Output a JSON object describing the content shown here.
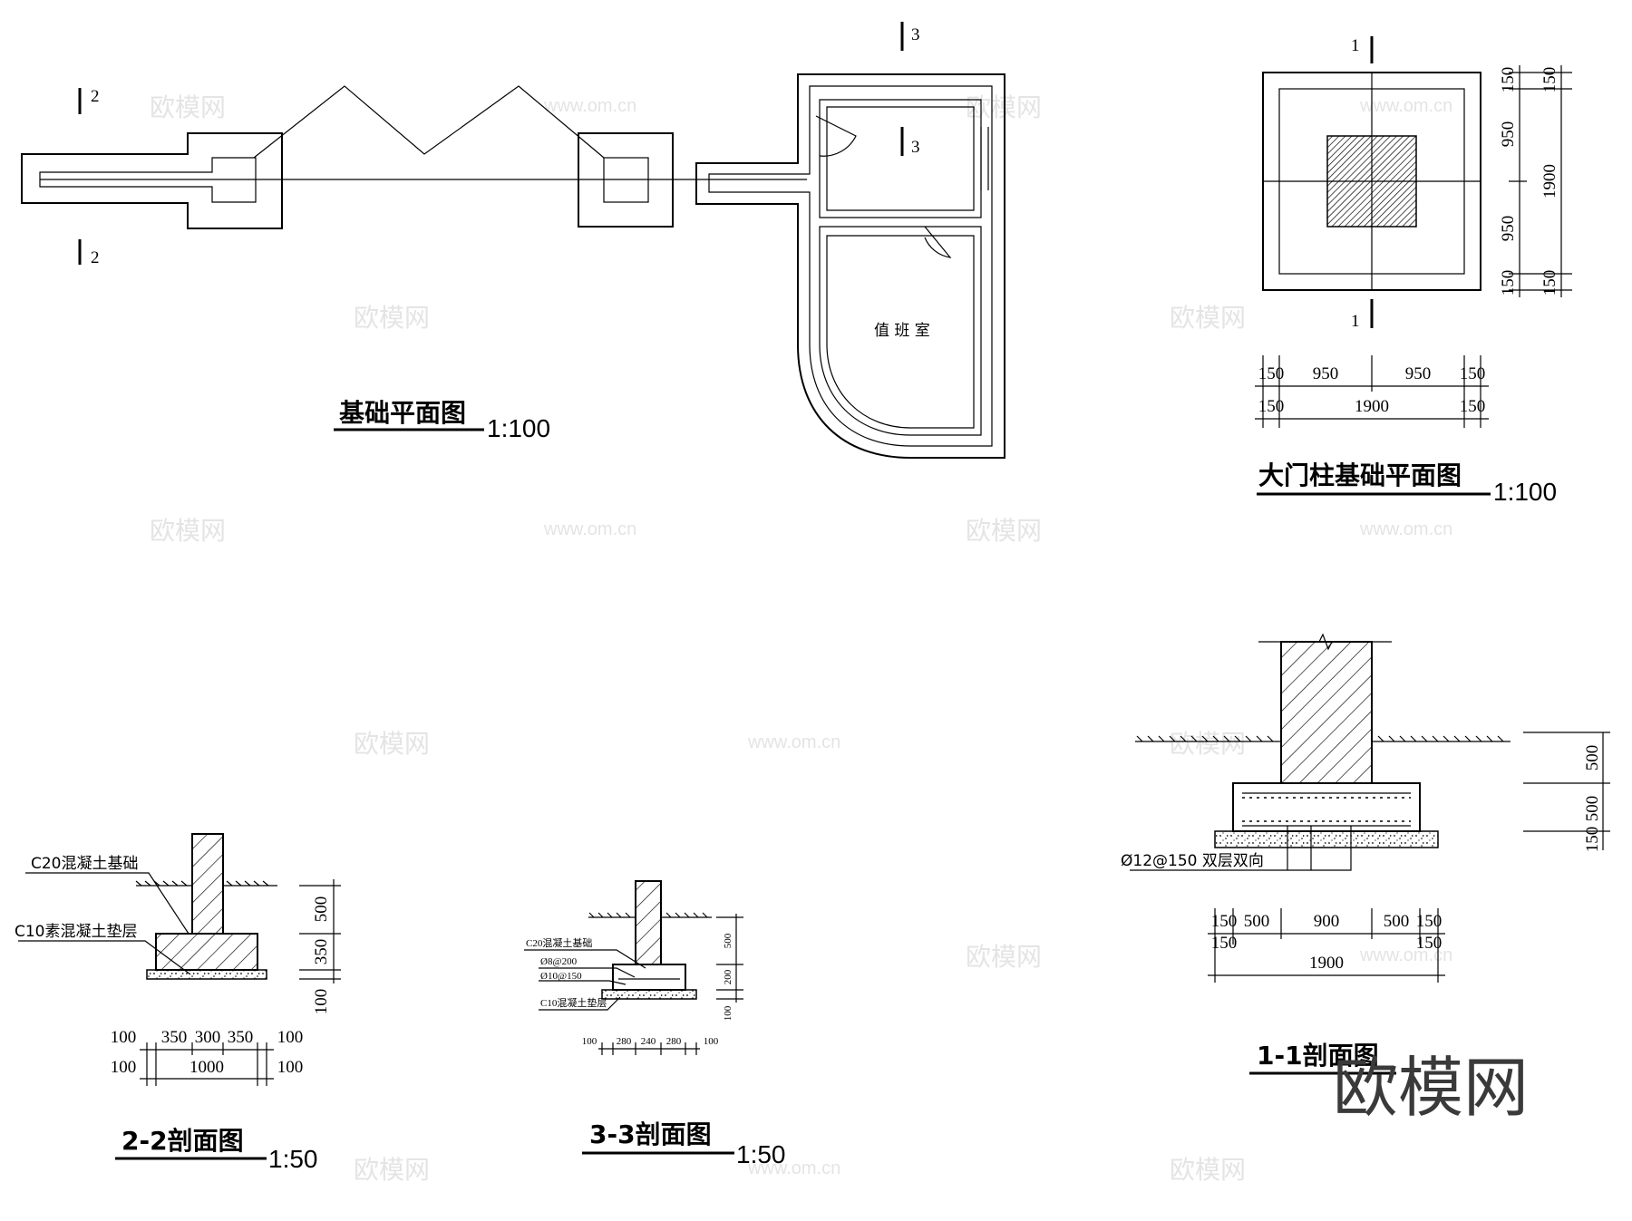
{
  "titles": {
    "foundation_plan": "基础平面图",
    "foundation_plan_scale": "1:100",
    "gate_pillar_plan": "大门柱基础平面图",
    "gate_pillar_scale": "1:100",
    "section_22": "2-2剖面图",
    "section_22_scale": "1:50",
    "section_33": "3-3剖面图",
    "section_33_scale": "1:50",
    "section_11": "1-1剖面图"
  },
  "room_label": "值 班 室",
  "section_marks": {
    "s2": "2",
    "s3": "3",
    "s1": "1"
  },
  "pillar_plan": {
    "right_dims": [
      "150",
      "150",
      "950",
      "1900",
      "950",
      "150",
      "150"
    ],
    "bottom_row1": [
      "150",
      "950",
      "950",
      "150"
    ],
    "bottom_row2": [
      "150",
      "1900",
      "150"
    ]
  },
  "section_22": {
    "label_top": "C20混凝土基础",
    "label_bottom": "C10素混凝土垫层",
    "right_dims": [
      "500",
      "350",
      "100"
    ],
    "bottom_row1": [
      "100",
      "350",
      "300",
      "350",
      "100"
    ],
    "bottom_row2": [
      "100",
      "1000",
      "100"
    ]
  },
  "section_33": {
    "label_1": "C20混凝土基础",
    "label_2": "Ø8@200",
    "label_3": "Ø10@150",
    "label_4": "C10混凝土垫层",
    "right_dims": [
      "500",
      "200",
      "100"
    ],
    "bottom_dims": [
      "100",
      "280",
      "240",
      "280",
      "100"
    ]
  },
  "section_11": {
    "rebar_label": "Ø12@150 双层双向",
    "right_dims": [
      "500",
      "500",
      "150"
    ],
    "bottom_row1": [
      "150",
      "500",
      "900",
      "500",
      "150"
    ],
    "bottom_row2": [
      "150",
      "150"
    ],
    "bottom_total": "1900"
  },
  "watermarks": {
    "brand": "欧模网",
    "url": "www.om.cn"
  },
  "logo": "欧模网"
}
